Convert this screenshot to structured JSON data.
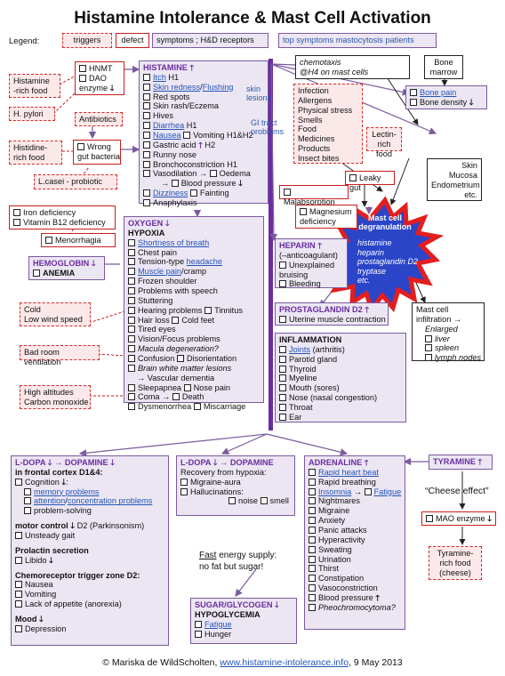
{
  "title": "Histamine Intolerance & Mast Cell Activation",
  "legend": {
    "label": "Legend:",
    "triggers": "triggers",
    "defect": "defect",
    "symptoms": "symptoms ; H&D receptors",
    "top": "top symptoms mastocytosis patients"
  },
  "triggers": {
    "histamine_food": "Histamine\n-rich food",
    "hpylori": "H. pylori",
    "histidine_food": "Histidine-\nrich food",
    "lcasei": "L.casei - probiotic",
    "iron": "Iron deficiency",
    "b12": "Vitamin B12 deficiency",
    "cold1": "Cold",
    "cold2": "Low wind speed",
    "ventilation": "Bad room ventilation",
    "alt1": "High altitudes",
    "alt2": "Carbon monoxide",
    "infection_list": [
      "Infection",
      "Allergens",
      "Physical stress",
      "Smells",
      "Food",
      "Medicines",
      "Products",
      "Insect bites"
    ],
    "lectin": "Lectin-rich\nfood",
    "tyramine_food": "Tyramine-\nrich food\n(cheese)"
  },
  "defects": {
    "hnmt": "HNMT",
    "dao": "DAO",
    "dao_enzyme": "enzyme",
    "antibiotics": "Antibiotics",
    "wrong": "Wrong",
    "gut_bacteria": "gut bacteria",
    "menorrhagia": "Menorrhagia",
    "malabsorption": "Malabsorption",
    "leaky": "Leaky gut",
    "magnesium": "Magnesium\ndeficiency",
    "mao": "MAO enzyme"
  },
  "histamine": {
    "header": "HISTAMINE",
    "items": [
      "Itch H1",
      "Skin redness/Flushing",
      "Red spots",
      "Skin rash/Eczema",
      "Hives",
      "Diarrhea H1",
      "Nausea",
      "Gastric acid",
      "Runny nose",
      "Bronchoconstriction H1",
      "Vasodilation",
      "Blood pressure",
      "Dizziness",
      "Anaphylaxis"
    ],
    "itch": "Itch",
    "h1": "H1",
    "skin_redness": "Skin redness",
    "flushing": "Flushing",
    "diarrhea": "Diarrhea",
    "nausea": "Nausea",
    "vomiting": "Vomiting H1&H2",
    "h2": "H2",
    "odema": "Oedema",
    "dizziness": "Dizziness",
    "fainting": "Fainting",
    "skin_lesions": "skin\nlesions",
    "gi_tract": "GI tract\nproblems"
  },
  "chemotaxis": {
    "l1": "chemotaxis",
    "l2": "@H4 on mast cells"
  },
  "bone": {
    "marrow": "Bone\nmarrow",
    "pain": "Bone pain",
    "density": "Bone density"
  },
  "skin_mucosa": "Skin\nMucosa\nEndometrium\netc.",
  "mast_cell": {
    "title": "Mast cell\ndegranulation",
    "items": "histamine\nheparin\nprostaglandin D2\ntryptase\netc.",
    "infiltration": "Mast cell\ninfiltration →",
    "enlarged": "Enlarged",
    "organs": [
      "liver",
      "spleen",
      "lymph nodes"
    ]
  },
  "oxygen": {
    "header": "OXYGEN",
    "hypoxia": "HYPOXIA",
    "items": [
      "Shortness of breath",
      "Chest pain",
      "Tension-type headache",
      "Muscle pain/cramp",
      "Frozen shoulder",
      "Problems with speech",
      "Stuttering",
      "Hearing problems",
      "Hair loss",
      "Tired eyes",
      "Vision/Focus problems",
      "Macula degeneration?",
      "Confusion",
      "Brain white matter lesions",
      "Vascular dementia",
      "Sleepapnea",
      "Coma",
      "Dysmenorrhea"
    ],
    "tension": "Tension-type",
    "headache": "headache",
    "muscle_pain": "Muscle pain",
    "cramp": "/cramp",
    "tinnitus": "Tinnitus",
    "cold_feet": "Cold feet",
    "disorientation": "Disorientation",
    "nose_pain": "Nose pain",
    "death": "Death",
    "miscarriage": "Miscarriage"
  },
  "hemoglobin": {
    "header": "HEMOGLOBIN",
    "anemia": "ANEMIA"
  },
  "heparin": {
    "header": "HEPARIN",
    "items": [
      "(–anticoagulant)",
      "Unexplained",
      "bruising",
      "Bleeding"
    ]
  },
  "prostaglandin": {
    "header": "PROSTAGLANDIN D2",
    "item": "Uterine muscle contraction"
  },
  "inflammation": {
    "header": "INFLAMMATION",
    "items": [
      "Joints",
      "(arthritis)",
      "Parotid gland",
      "Thyroid",
      "Myeline",
      "Mouth (sores)",
      "Nose (nasal congestion)",
      "Throat",
      "Ear"
    ]
  },
  "ldopa1": {
    "ldopa": "L-DOPA",
    "dopamine": "DOPAMINE",
    "frontal": "in frontal cortex D1&4:",
    "cognition": "Cognition",
    "memory": "memory problems",
    "attention": "attention/concentration problems",
    "attention_a": "attention",
    "attention_b": "concentration problems",
    "problem_solving": "problem-solving",
    "motor": "motor control",
    "motor_b": "D2 (Parkinsonism)",
    "gait": "Unsteady gait",
    "prolactin": "Prolactin secretion",
    "libido": "Libido",
    "chemo": "Chemoreceptor trigger zone D2:",
    "chemo_items": [
      "Nausea",
      "Vomiting",
      "Lack of appetite (anorexia)"
    ],
    "mood": "Mood",
    "depression": "Depression"
  },
  "ldopa2": {
    "ldopa": "L-DOPA",
    "dopamine": "DOPAMINE",
    "recovery": "Recovery from hypoxia:",
    "migraine": "Migraine-aura",
    "halluc": "Hallucinations:",
    "noise": "noise",
    "smell": "smell"
  },
  "energy": {
    "fast": "Fast",
    "rest": " energy supply:",
    "line2": "no fat but sugar!"
  },
  "sugar": {
    "header": "SUGAR/GLYCOGEN",
    "hypo": "HYPOGLYCEMIA",
    "fatigue": "Fatigue",
    "hunger": "Hunger"
  },
  "adrenaline": {
    "header": "ADRENALINE",
    "items": [
      "Rapid heart beat",
      "Rapid breathing",
      "Insomnia",
      "Nightmares",
      "Migraine",
      "Anxiety",
      "Panic attacks",
      "Hyperactivity",
      "Sweating",
      "Urination",
      "Thirst",
      "Constipation",
      "Vasoconstriction",
      "Blood pressure",
      "Pheochromocytoma?"
    ],
    "fatigue": "Fatigue"
  },
  "tyramine": {
    "header": "TYRAMINE",
    "cheese": "“Cheese effect”"
  },
  "footer": {
    "prefix": "© Mariska de WildScholten, ",
    "link": "www.histamine-intolerance.info",
    "suffix": ", 9 May 2013"
  },
  "colors": {
    "trigger": "#d62828",
    "symptom": "#7b5a9e",
    "header": "#6a2ea0",
    "link": "#2255b5",
    "spike": "#e41e1e",
    "spike_fill": "#2b45c8"
  }
}
